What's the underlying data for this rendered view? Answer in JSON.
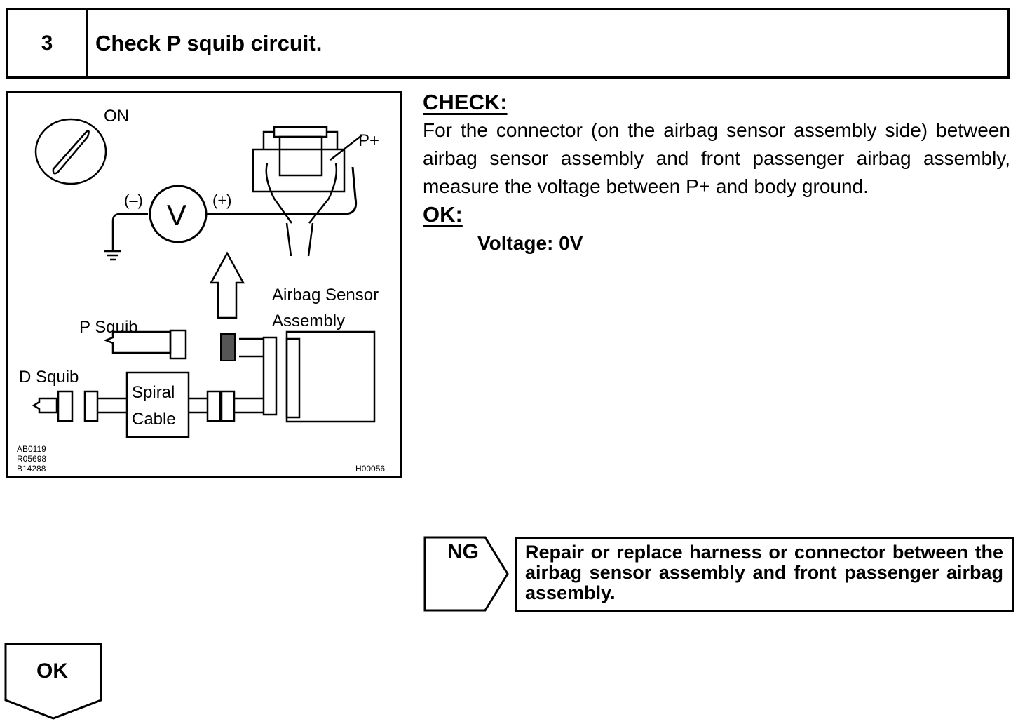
{
  "step": {
    "number": "3",
    "title": "Check P squib circuit."
  },
  "diagram": {
    "ignition_label": "ON",
    "terminal_label": "P+",
    "negative_label": "(–)",
    "positive_label": "(+)",
    "meter_symbol": "V",
    "airbag_sensor_line1": "Airbag Sensor",
    "airbag_sensor_line2": "Assembly",
    "p_squib_label": "P Squib",
    "d_squib_label": "D Squib",
    "spiral_line1": "Spiral",
    "spiral_line2": "Cable",
    "ref_codes": [
      "AB0119",
      "R05698",
      "B14288"
    ],
    "figure_code": "H00056"
  },
  "check": {
    "heading": "CHECK:",
    "text": "For the connector (on the airbag sensor assembly side) between airbag sensor assembly and front passenger airbag assembly, measure the voltage between P+ and body ground.",
    "ok_heading": "OK:",
    "ok_value": "Voltage: 0V"
  },
  "ng_branch": {
    "label": "NG",
    "action": "Repair or replace harness or connector between the airbag sensor assembly and front passenger airbag assembly."
  },
  "ok_branch": {
    "label": "OK"
  }
}
